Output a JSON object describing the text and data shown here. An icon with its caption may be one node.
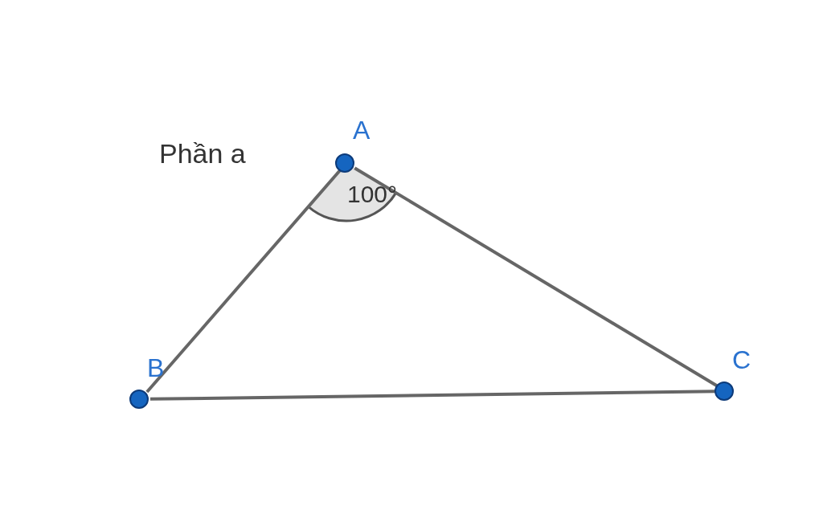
{
  "diagram": {
    "nodes": [
      {
        "text": [
          "A"
        ]
      },
      {
        "text": [
          "B"
        ]
      },
      {
        "text": [
          "C"
        ]
      }
    ],
    "edges": [
      {
        "from": 0,
        "to": 1,
        "arrow": "none"
      },
      {
        "from": 1,
        "to": 2,
        "arrow": "none"
      },
      {
        "from": 2,
        "to": 0,
        "arrow": "none"
      }
    ],
    "labels": [
      "Phần a",
      "100°"
    ]
  }
}
